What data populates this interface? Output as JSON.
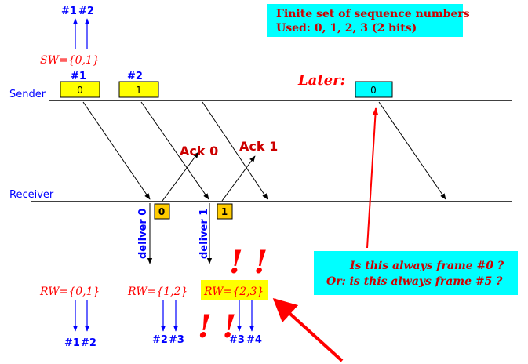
{
  "info_box": {
    "line1": "Finite set of sequence numbers",
    "line2": "Used: 0, 1, 2, 3 (2 bits)"
  },
  "sender_window": {
    "label": "SW={0,1}",
    "top_labels": [
      "#1",
      "#2"
    ],
    "frame_labels": [
      "#1",
      "#2"
    ]
  },
  "sender": {
    "label": "Sender",
    "frames": [
      "0",
      "1"
    ],
    "later_label": "Later:",
    "later_frame": "0"
  },
  "receiver": {
    "label": "Receiver",
    "delivered_frames": [
      "0",
      "1"
    ],
    "deliver_labels": [
      "deliver 0",
      "deliver 1"
    ]
  },
  "acks": [
    "Ack 0",
    "Ack 1"
  ],
  "receive_windows": [
    {
      "label": "RW={0,1}",
      "bottom": [
        "#1",
        "#2"
      ]
    },
    {
      "label": "RW={1,2}",
      "bottom": [
        "#2",
        "#3"
      ]
    },
    {
      "label": "RW={2,3}",
      "bottom": [
        "#3",
        "#4"
      ]
    }
  ],
  "question_box": {
    "line1": "Is this always frame #0 ?",
    "line2": "Or: is this always frame #5 ?"
  },
  "exclamations": {
    "upper": "! !",
    "lower": "! !"
  },
  "colors": {
    "frame_fill": "#ffff00",
    "delivered_fill": "#ffcc00",
    "cyan": "#00ffff",
    "red": "#ff0000",
    "dark_red": "#cc0000",
    "blue": "#0000ff",
    "black": "#000000"
  }
}
